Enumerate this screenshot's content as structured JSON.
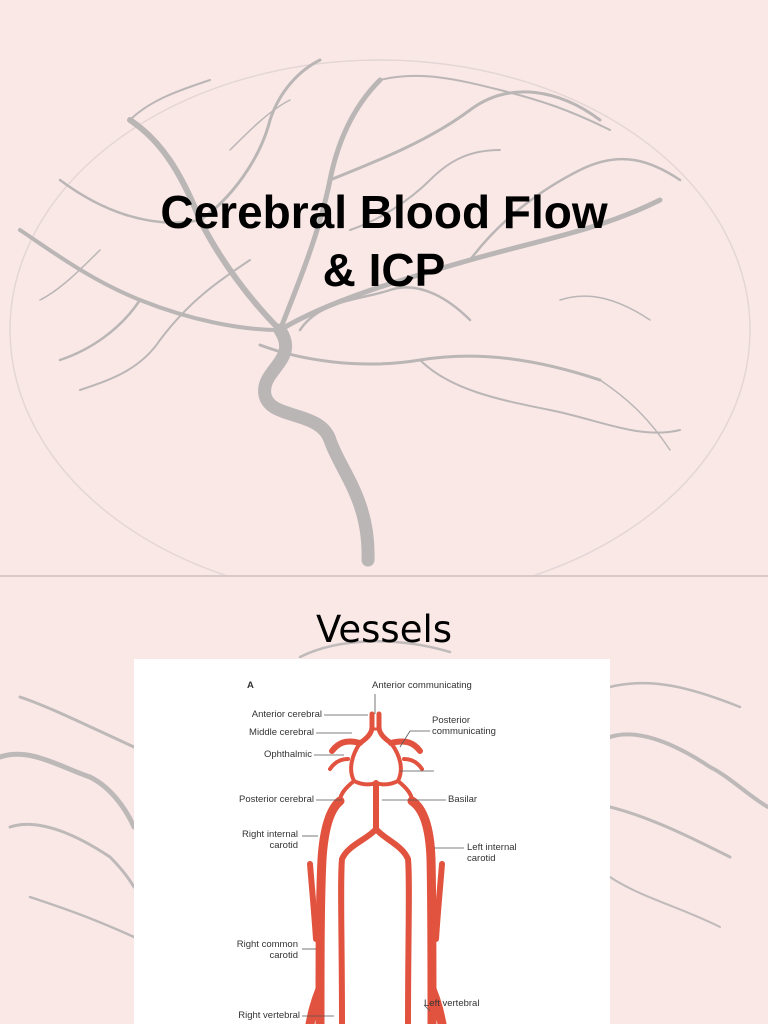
{
  "slide1": {
    "title_line1": "Cerebral Blood Flow",
    "title_line2": "& ICP"
  },
  "slide2": {
    "title": "Vessels",
    "diagram": {
      "panel_letter": "A",
      "labels": {
        "anterior_communicating": "Anterior communicating",
        "anterior_cerebral": "Anterior cerebral",
        "middle_cerebral": "Middle cerebral",
        "ophthalmic": "Ophthalmic",
        "posterior_communicating_1": "Posterior",
        "posterior_communicating_2": "communicating",
        "posterior_cerebral": "Posterior cerebral",
        "basilar": "Basilar",
        "right_internal_carotid_1": "Right internal",
        "right_internal_carotid_2": "carotid",
        "left_internal_carotid_1": "Left internal",
        "left_internal_carotid_2": "carotid",
        "right_common_carotid_1": "Right common",
        "right_common_carotid_2": "carotid",
        "left_vertebral": "Left vertebral",
        "right_vertebral": "Right vertebral"
      }
    }
  },
  "colors": {
    "background": "#fae8e7",
    "artery": "#e2533f",
    "angiogram": "#9a9a9a"
  }
}
